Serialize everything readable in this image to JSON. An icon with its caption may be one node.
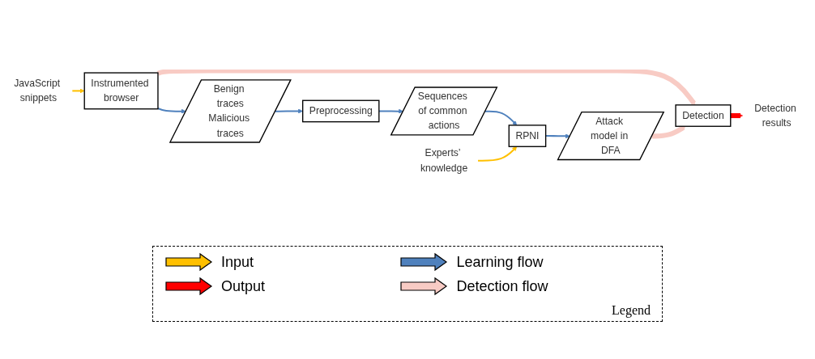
{
  "diagram": {
    "nodes": [
      {
        "text": [
          "JavaScript snippets"
        ]
      },
      {
        "text": [
          "Instrumented browser"
        ]
      },
      {
        "text": [
          "Benign traces",
          "Malicious traces"
        ]
      },
      {
        "text": [
          "Preprocessing"
        ]
      },
      {
        "text": [
          "Sequences of common actions"
        ]
      },
      {
        "text": [
          "RPNI"
        ]
      },
      {
        "text": [
          "Experts’ knowledge"
        ]
      },
      {
        "text": [
          "Attack model in DFA"
        ]
      },
      {
        "text": [
          "Detection"
        ]
      },
      {
        "text": [
          "Detection results"
        ]
      }
    ],
    "edges": [
      {
        "from": 0,
        "to": 1,
        "arrow": "to",
        "color": "#ffc000"
      },
      {
        "from": 1,
        "to": 2,
        "arrow": "to"
      },
      {
        "from": 2,
        "to": 3,
        "arrow": "to"
      },
      {
        "from": 3,
        "to": 4,
        "arrow": "to"
      },
      {
        "from": 4,
        "to": 5,
        "arrow": "to"
      },
      {
        "from": 6,
        "to": 5,
        "arrow": "to",
        "color": "#ffc000"
      },
      {
        "from": 5,
        "to": 7,
        "arrow": "to"
      },
      {
        "from": 1,
        "to": 8,
        "arrow": "to",
        "style": "thick",
        "color": "#f8cbc4"
      },
      {
        "from": 7,
        "to": 8,
        "arrow": "to",
        "style": "thick",
        "color": "#f8cbc4"
      },
      {
        "from": 8,
        "to": 9,
        "arrow": "to",
        "style": "thick",
        "color": "#ff0000"
      }
    ],
    "labels": [
      "Legend"
    ],
    "legend": [
      {
        "text": "Input",
        "color": "#ffc000"
      },
      {
        "text": "Learning flow",
        "color": "#4f81bd"
      },
      {
        "text": "Output",
        "color": "#ff0000"
      },
      {
        "text": "Detection flow",
        "color": "#f8cbc4"
      }
    ]
  }
}
